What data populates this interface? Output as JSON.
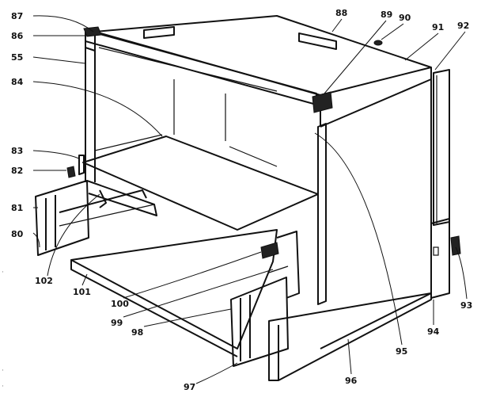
{
  "callouts": {
    "c80": "80",
    "c81": "81",
    "c82": "82",
    "c83": "83",
    "c84": "84",
    "c55": "55",
    "c86": "86",
    "c87": "87",
    "c88": "88",
    "c89": "89",
    "c90": "90",
    "c91": "91",
    "c92": "92",
    "c93": "93",
    "c94": "94",
    "c95": "95",
    "c96": "96",
    "c97": "97",
    "c98": "98",
    "c99": "99",
    "c100": "100",
    "c101": "101",
    "c102": "102"
  },
  "margin_marks": {
    "m1": "·",
    "m2": "·",
    "m3": "·"
  }
}
